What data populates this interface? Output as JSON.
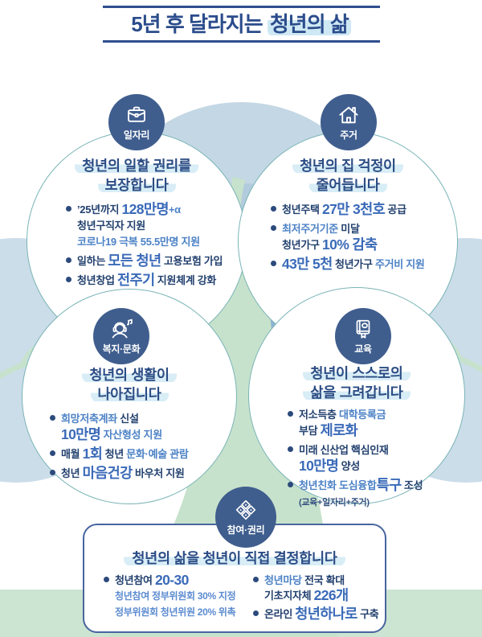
{
  "title": {
    "segments": [
      [
        "5년 후 달라지는 ",
        "plain"
      ],
      [
        "청년의 삶",
        "thl"
      ]
    ]
  },
  "colors": {
    "navy_text": "#22406e",
    "accent_blue": "#3a6ab8",
    "light_blue_text": "#5b8bd0",
    "badge_navy": "#3f5e8e",
    "circle_border_teal": "#7ab4b6",
    "highlight": "#d8edf6",
    "trunk_green": "#c7e2cc",
    "canopy_blue": "#c3d7e4"
  },
  "sections": {
    "jobs": {
      "label": "일자리",
      "icon": "briefcase-icon",
      "heading": [
        "청년의 일할 권리를",
        "보장합니다"
      ],
      "bullets": [
        {
          "b": true,
          "seg": [
            [
              "’25년까지 ",
              "navy"
            ],
            [
              "128만명",
              "lg"
            ],
            [
              "+α",
              "acc"
            ]
          ]
        },
        {
          "b": false,
          "seg": [
            [
              "청년구직자 지원",
              "navy"
            ]
          ]
        },
        {
          "b": false,
          "seg": [
            [
              "코로나19 극복 55.5만명 지원",
              "acc"
            ]
          ]
        },
        {
          "b": true,
          "seg": [
            [
              "일하는 ",
              "navy"
            ],
            [
              "모든 청년",
              "lg"
            ],
            [
              " 고용보험 가입",
              "navy"
            ]
          ]
        },
        {
          "b": true,
          "seg": [
            [
              "청년창업 ",
              "navy"
            ],
            [
              "전주기",
              "lg"
            ],
            [
              " 지원체계 강화",
              "navy"
            ]
          ]
        }
      ]
    },
    "housing": {
      "label": "주거",
      "icon": "house-icon",
      "heading": [
        "청년의 집 걱정이",
        "줄어듭니다"
      ],
      "bullets": [
        {
          "b": true,
          "seg": [
            [
              "청년주택 ",
              "navy"
            ],
            [
              "27만 3천호",
              "lg"
            ],
            [
              " 공급",
              "navy"
            ]
          ]
        },
        {
          "b": true,
          "seg": [
            [
              "최저주거기준",
              "acc"
            ],
            [
              " 미달",
              "navy"
            ]
          ]
        },
        {
          "b": false,
          "seg": [
            [
              "청년가구 ",
              "navy"
            ],
            [
              "10% 감축",
              "lg"
            ]
          ]
        },
        {
          "b": true,
          "seg": [
            [
              "43만 5천",
              "lg"
            ],
            [
              " 청년가구 ",
              "navy"
            ],
            [
              "주거비 지원",
              "acc"
            ]
          ]
        }
      ]
    },
    "welfare": {
      "label": "복지·문화",
      "icon": "headphones-person-icon",
      "heading": [
        "청년의 생활이",
        "나아집니다"
      ],
      "bullets": [
        {
          "b": true,
          "seg": [
            [
              "희망저축계좌",
              "acc"
            ],
            [
              " 신설",
              "navy"
            ]
          ]
        },
        {
          "b": false,
          "seg": [
            [
              "10만명",
              "lg"
            ],
            [
              " 자산형성 지원",
              "acc"
            ]
          ]
        },
        {
          "b": true,
          "seg": [
            [
              "매월 ",
              "navy"
            ],
            [
              "1회",
              "lg"
            ],
            [
              " 청년 ",
              "navy"
            ],
            [
              "문화·예술 관람",
              "acc"
            ]
          ]
        },
        {
          "b": true,
          "seg": [
            [
              "청년 ",
              "navy"
            ],
            [
              "마음건강",
              "lg"
            ],
            [
              " 바우처 지원",
              "navy"
            ]
          ]
        }
      ]
    },
    "education": {
      "label": "교육",
      "icon": "book-icon",
      "heading": [
        "청년이 스스로의",
        "삶을 그려갑니다"
      ],
      "bullets": [
        {
          "b": true,
          "seg": [
            [
              "저소득층 ",
              "navy"
            ],
            [
              "대학등록금",
              "acc"
            ]
          ]
        },
        {
          "b": false,
          "seg": [
            [
              "부담 ",
              "navy"
            ],
            [
              "제로화",
              "lg"
            ]
          ]
        },
        {
          "b": true,
          "seg": [
            [
              "미래 신산업 핵심인재",
              "navy"
            ]
          ]
        },
        {
          "b": false,
          "seg": [
            [
              "10만명",
              "lg"
            ],
            [
              " 양성",
              "navy"
            ]
          ]
        },
        {
          "b": true,
          "seg": [
            [
              "청년친화 도심융합",
              "acc"
            ],
            [
              "특구",
              "lg"
            ],
            [
              " 조성",
              "navy"
            ]
          ]
        },
        {
          "b": false,
          "seg": [
            [
              "(교육+일자리+주거)",
              "small"
            ]
          ]
        }
      ]
    },
    "participation": {
      "label": "참여·권리",
      "icon": "quilt-diamond-icon",
      "heading": "청년의 삶을 청년이 직접 결정합니다",
      "left": [
        {
          "b": true,
          "seg": [
            [
              "청년참여 ",
              "navy"
            ],
            [
              "20-30",
              "lg"
            ]
          ]
        },
        {
          "b": false,
          "seg": [
            [
              "청년참여 정부위원회 ",
              "sub"
            ],
            [
              "30%",
              "subb"
            ],
            [
              " 지정",
              "sub"
            ]
          ]
        },
        {
          "b": false,
          "seg": [
            [
              "정부위원회 청년위원 ",
              "sub"
            ],
            [
              "20%",
              "subb"
            ],
            [
              " 위촉",
              "sub"
            ]
          ]
        }
      ],
      "right": [
        {
          "b": true,
          "seg": [
            [
              "청년마당",
              "acc"
            ],
            [
              " 전국 확대",
              "navy"
            ]
          ]
        },
        {
          "b": false,
          "seg": [
            [
              "기초지자체 ",
              "navy"
            ],
            [
              "226개",
              "lg"
            ]
          ]
        },
        {
          "b": true,
          "seg": [
            [
              "온라인 ",
              "navy"
            ],
            [
              "청년하나로",
              "lg"
            ],
            [
              " 구축",
              "navy"
            ]
          ]
        }
      ]
    }
  }
}
